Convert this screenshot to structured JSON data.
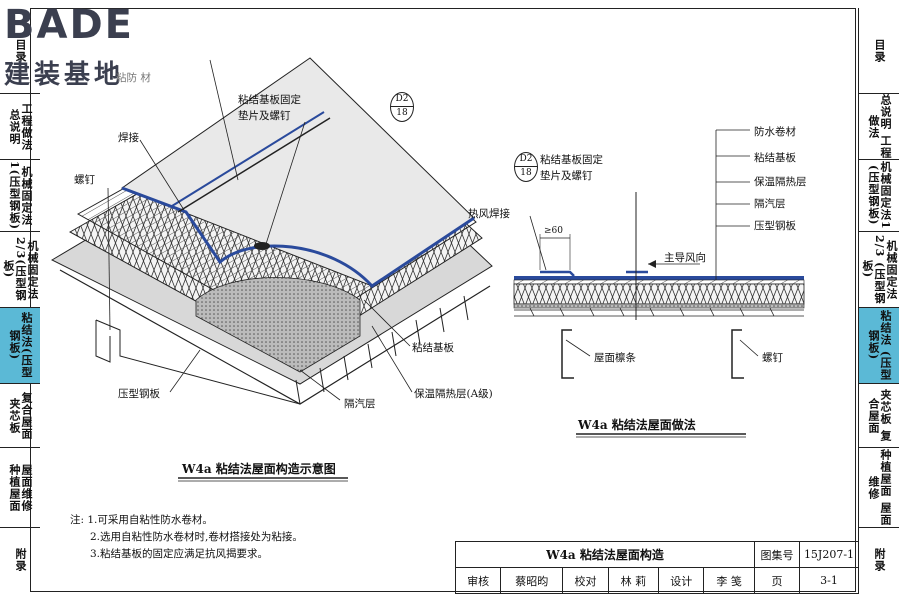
{
  "brand": {
    "logo_text": "BADE",
    "logo_sub": "建装基地",
    "watermark_fragment": "粘防   材"
  },
  "left_tabs": [
    "目录",
    "总说明",
    "工程做法",
    "机械固定法1(压型钢板)",
    "机械固定法2/3(压型钢板)",
    "粘结法(压型钢板)",
    "夹芯板",
    "复合屋面",
    "种植屋面",
    "屋面维修",
    "附录"
  ],
  "right_tabs": [
    "目录",
    "总说明 工程做法",
    "机械固定法1 (压型钢板)",
    "机械固定法2/3 (压型钢板)",
    "粘结法 (压型钢板)",
    "夹芯板 复合屋面",
    "种植屋面 屋面维修",
    "附录"
  ],
  "iso": {
    "labels": {
      "fixing": "粘结基板固定\n垫片及螺钉",
      "ref_top": "D2",
      "ref_bot": "18",
      "weld": "焊接",
      "screw": "螺钉",
      "steel": "压型钢板",
      "vapor": "隔汽层",
      "insul": "保温隔热层(A级)",
      "board": "粘结基板"
    },
    "caption": "W4a  粘结法屋面构造示意图"
  },
  "section": {
    "labels": {
      "fixing": "粘结基板固定\n垫片及螺钉",
      "ref_top": "D2",
      "ref_bot": "18",
      "hot_weld": "热风焊接",
      "overlap": "≥60",
      "wind": "主导风向",
      "purlin": "屋面檩条",
      "screw": "螺钉",
      "layers": [
        "防水卷材",
        "粘结基板",
        "保温隔热层",
        "隔汽层",
        "压型钢板"
      ]
    },
    "caption": "W4a  粘结法屋面做法"
  },
  "notes": [
    "注: 1.可采用自粘性防水卷材。",
    "2.选用自粘性防水卷材时,卷材搭接处为粘接。",
    "3.粘结基板的固定应满足抗风揭要求。"
  ],
  "titleblock": {
    "title": "W4a  粘结法屋面构造",
    "atlas_label": "图集号",
    "atlas_no": "15J207-1",
    "review_label": "审核",
    "reviewer": "蔡昭昀",
    "check_label": "校对",
    "checker": "林 莉",
    "design_label": "设计",
    "designer": "李 笺",
    "page_label": "页",
    "page_no": "3-1"
  },
  "colors": {
    "active_tab": "#5bb9d6",
    "membrane": "#2a4a9c"
  }
}
